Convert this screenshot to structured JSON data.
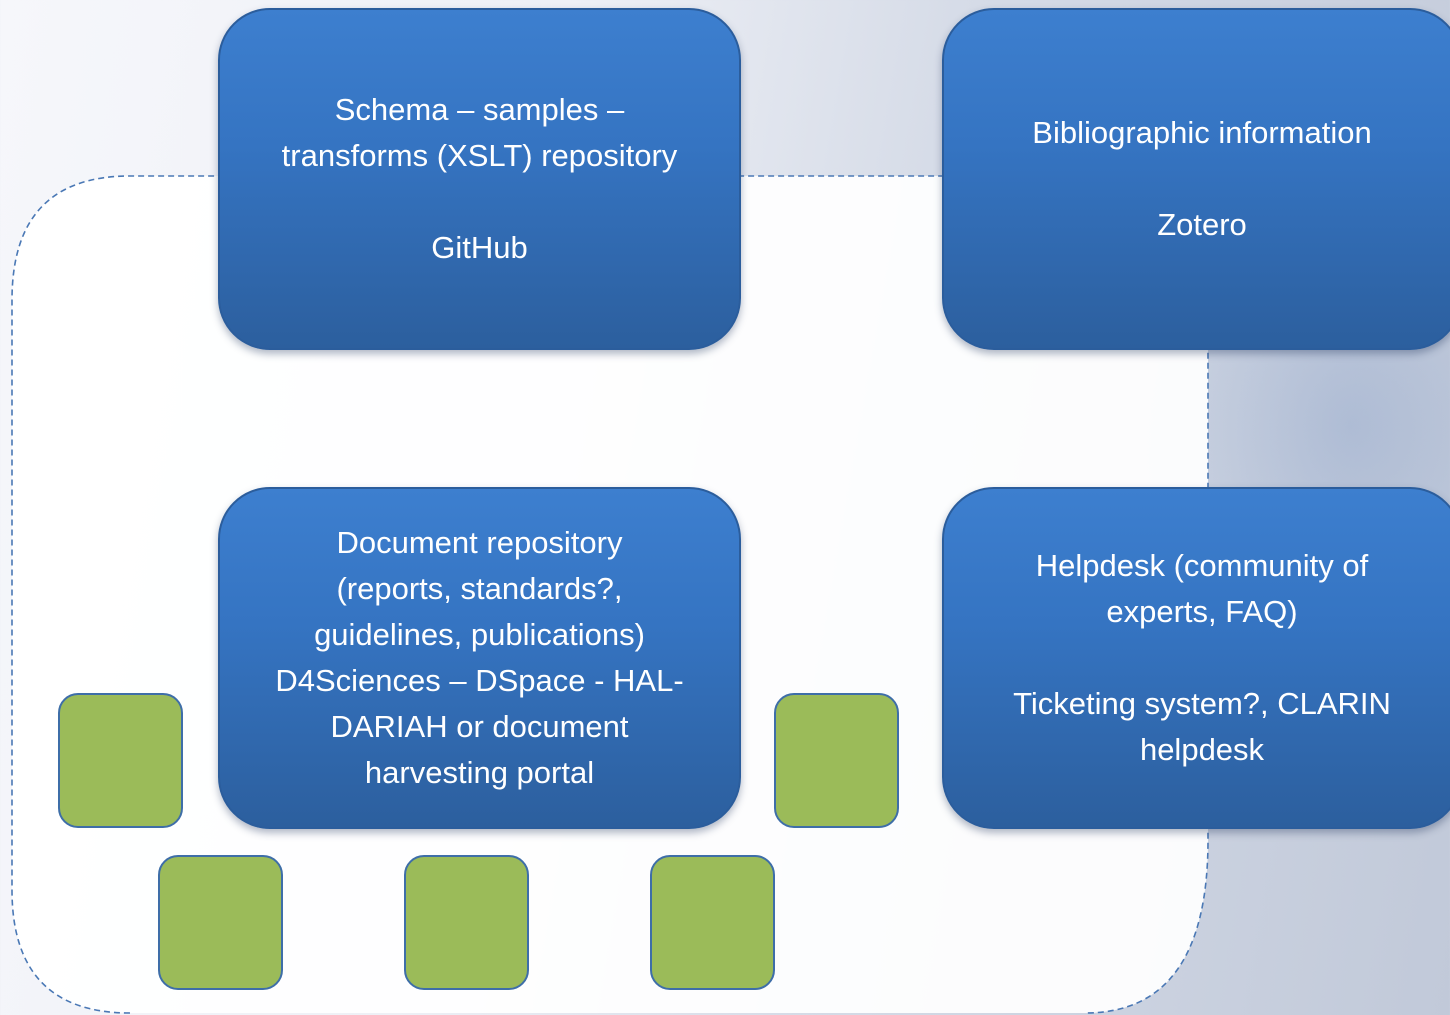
{
  "boxes": {
    "schema": {
      "lines": [
        "Schema – samples –",
        "transforms (XSLT) repository"
      ],
      "tool": "GitHub"
    },
    "bibliographic": {
      "lines": [
        "Bibliographic information"
      ],
      "tool": "Zotero"
    },
    "document": {
      "lines": [
        "Document repository",
        "(reports, standards?,",
        "guidelines, publications)",
        "D4Sciences – DSpace - HAL-",
        "DARIAH or document",
        "harvesting portal"
      ]
    },
    "helpdesk": {
      "lines": [
        "Helpdesk (community of",
        "experts, FAQ)"
      ],
      "tool_lines": [
        "Ticketing system?, CLARIN",
        "helpdesk"
      ]
    }
  },
  "colors": {
    "box_fill": "#3574c2",
    "box_border": "#2b5d9c",
    "square_fill": "#9bbb59",
    "square_border": "#3e6ea8",
    "frame_dash": "#4a78b5"
  }
}
